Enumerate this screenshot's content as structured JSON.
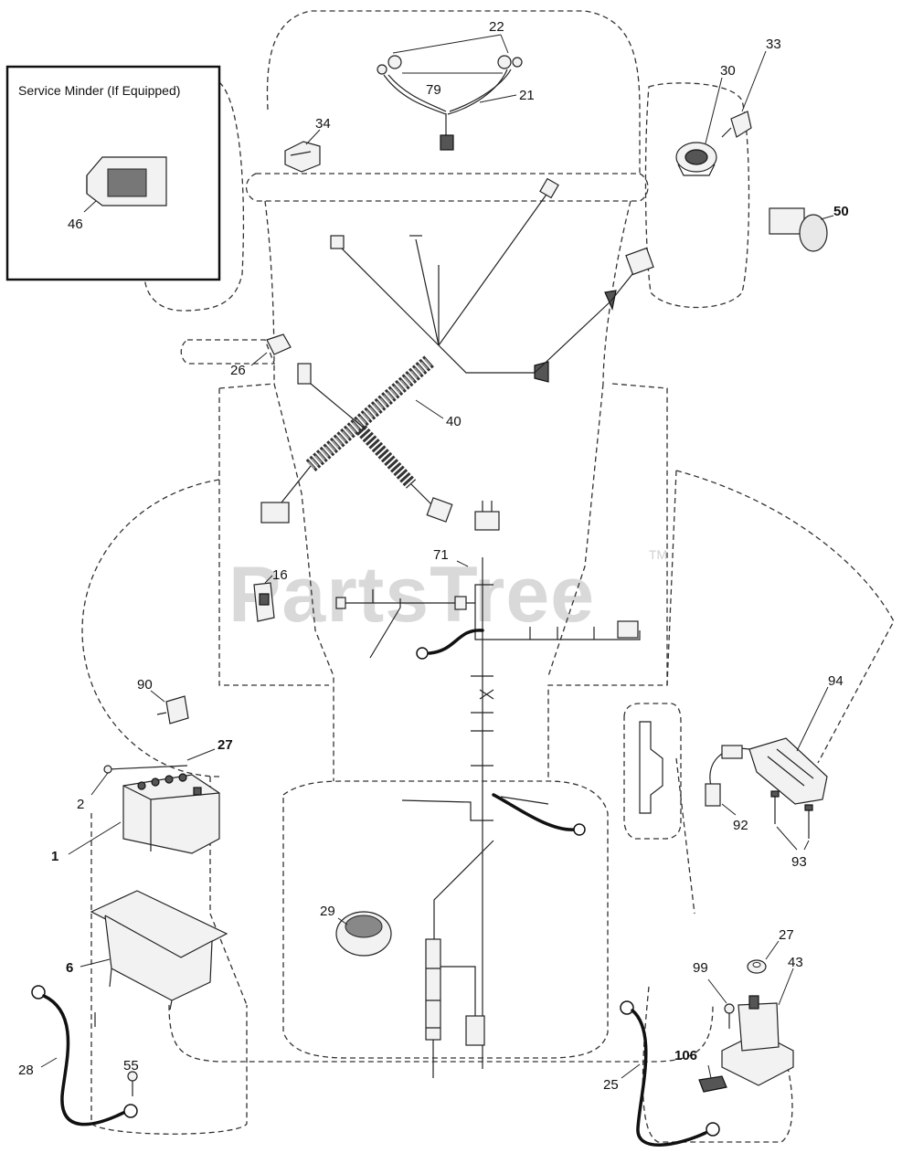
{
  "diagram": {
    "watermark": "PartsTree",
    "watermark_tm": "TM",
    "inset_box_title": "Service Minder (If Equipped)",
    "part_labels": {
      "p1": "1",
      "p2": "2",
      "p6": "6",
      "p16": "16",
      "p21": "21",
      "p22": "22",
      "p25": "25",
      "p26": "26",
      "p27_top": "27",
      "p27_bottom": "27",
      "p28": "28",
      "p29": "29",
      "p30": "30",
      "p33": "33",
      "p34": "34",
      "p40": "40",
      "p43": "43",
      "p46": "46",
      "p50": "50",
      "p55": "55",
      "p71": "71",
      "p79": "79",
      "p90": "90",
      "p92": "92",
      "p93": "93",
      "p94": "94",
      "p99": "99",
      "p106": "106"
    }
  }
}
